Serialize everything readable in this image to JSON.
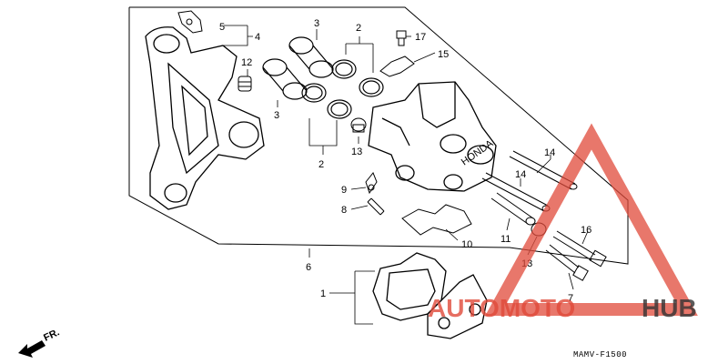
{
  "diagram": {
    "callouts": [
      "1",
      "2",
      "2",
      "3",
      "3",
      "4",
      "5",
      "6",
      "7",
      "8",
      "9",
      "10",
      "11",
      "12",
      "13",
      "13",
      "14",
      "14",
      "15",
      "16",
      "17"
    ],
    "direction_label": "FR.",
    "code": "MAMV-F1500",
    "caliper_brand": "HONDA"
  },
  "watermark": {
    "part1": "AUTOMOTO",
    "part2": "HUB",
    "color_red": "#e04a3a",
    "color_dark": "#333333"
  }
}
